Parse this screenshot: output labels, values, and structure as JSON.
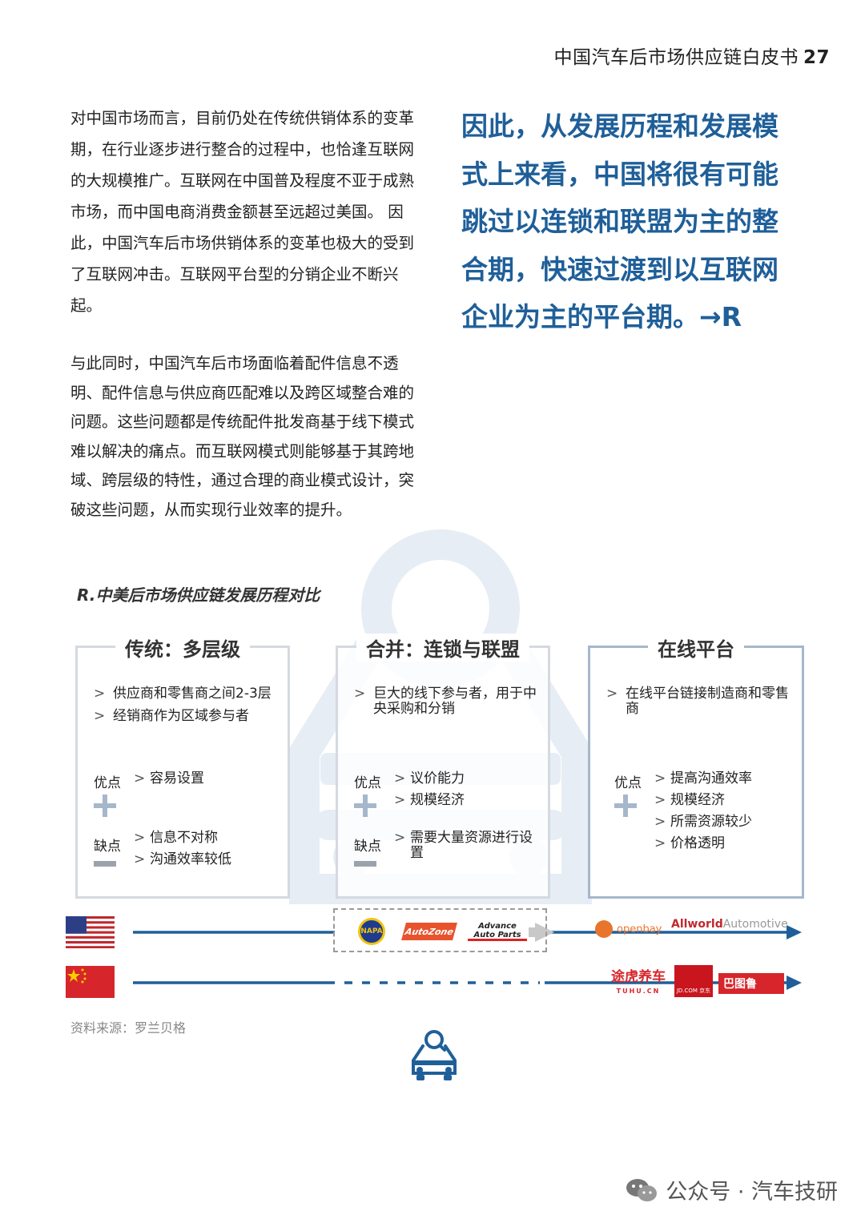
{
  "header": {
    "title": "中国汽车后市场供应链白皮书",
    "page": "27"
  },
  "left_column": {
    "paragraph1": "对中国市场而言，目前仍处在传统供销体系的变革期，在行业逐步进行整合的过程中，也恰逢互联网的大规模推广。互联网在中国普及程度不亚于成熟市场，而中国电商消费金额甚至远超过美国。 因此，中国汽车后市场供销体系的变革也极大的受到了互联网冲击。互联网平台型的分销企业不断兴起。",
    "paragraph2": "与此同时，中国汽车后市场面临着配件信息不透明、配件信息与供应商匹配难以及跨区域整合难的问题。这些问题都是传统配件批发商基于线下模式难以解决的痛点。而互联网模式则能够基于其跨地域、跨层级的特性，通过合理的商业模式设计，突破这些问题，从而实现行业效率的提升。"
  },
  "quote": "因此，从发展历程和发展模式上来看，中国将很有可能跳过以连锁和联盟为主的整合期，快速过渡到以互联网企业为主的平台期。→R",
  "figure": {
    "title": "R.中美后市场供应链发展历程对比",
    "boxes": [
      {
        "title": "传统：多层级",
        "bullets": [
          "供应商和零售商之间2-3层",
          "经销商作为区域参与者"
        ],
        "pros_label": "优点",
        "pros": [
          "容易设置"
        ],
        "cons_label": "缺点",
        "cons": [
          "信息不对称",
          "沟通效率较低"
        ]
      },
      {
        "title": "合并：连锁与联盟",
        "bullets": [
          "巨大的线下参与者，用于中央采购和分销"
        ],
        "pros_label": "优点",
        "pros": [
          "议价能力",
          "规模经济"
        ],
        "cons_label": "缺点",
        "cons": [
          "需要大量资源进行设置"
        ]
      },
      {
        "title": "在线平台",
        "bullets": [
          "在线平台链接制造商和零售商"
        ],
        "pros_label": "优点",
        "pros": [
          "提高沟通效率",
          "规模经济",
          "所需资源较少",
          "价格透明"
        ]
      }
    ],
    "logos": {
      "napa": "NAPA",
      "autozone": "AutoZone",
      "advance": "Advance Auto Parts",
      "openbay": "openbay",
      "allworld_a": "Allworld",
      "allworld_b": "Automotive",
      "tuhu": "途虎养车",
      "tuhu_sub": "TUHU.CN",
      "jd": "JD.COM 京东",
      "batuhu": "巴图鲁"
    },
    "colors": {
      "timeline": "#1f5f99",
      "accent": "#1f5f99",
      "box_border": "#d5d9e0",
      "box_border_active": "#a6b7cc"
    },
    "source": "资料来源：罗兰贝格"
  },
  "footer": {
    "text": "公众号 · 汽车技研"
  }
}
